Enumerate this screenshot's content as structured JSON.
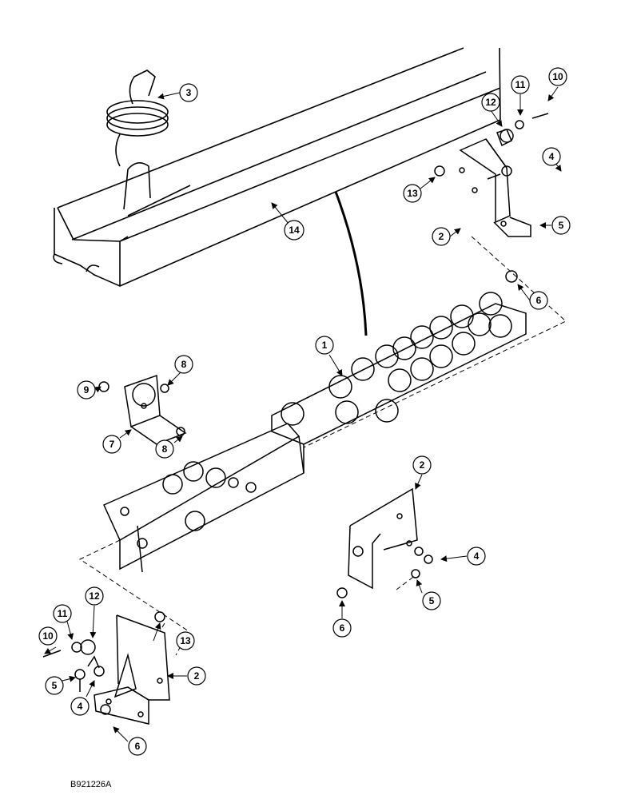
{
  "figure": {
    "code": "B921226A",
    "callouts": [
      {
        "id": "c3",
        "label": "3"
      },
      {
        "id": "c14",
        "label": "14"
      },
      {
        "id": "c12a",
        "label": "12"
      },
      {
        "id": "c11a",
        "label": "11"
      },
      {
        "id": "c10a",
        "label": "10"
      },
      {
        "id": "c13a",
        "label": "13"
      },
      {
        "id": "c4a",
        "label": "4"
      },
      {
        "id": "c2a",
        "label": "2"
      },
      {
        "id": "c5a",
        "label": "5"
      },
      {
        "id": "c6a",
        "label": "6"
      },
      {
        "id": "c1",
        "label": "1"
      },
      {
        "id": "c8a",
        "label": "8"
      },
      {
        "id": "c9",
        "label": "9"
      },
      {
        "id": "c7",
        "label": "7"
      },
      {
        "id": "c8b",
        "label": "8"
      },
      {
        "id": "c2b",
        "label": "2"
      },
      {
        "id": "c4b",
        "label": "4"
      },
      {
        "id": "c5b",
        "label": "5"
      },
      {
        "id": "c6b",
        "label": "6"
      },
      {
        "id": "c12b",
        "label": "12"
      },
      {
        "id": "c13b",
        "label": "13"
      },
      {
        "id": "c11b",
        "label": "11"
      },
      {
        "id": "c10b",
        "label": "10"
      },
      {
        "id": "c5c",
        "label": "5"
      },
      {
        "id": "c4c",
        "label": "4"
      },
      {
        "id": "c2c",
        "label": "2"
      },
      {
        "id": "c6c",
        "label": "6"
      }
    ]
  }
}
